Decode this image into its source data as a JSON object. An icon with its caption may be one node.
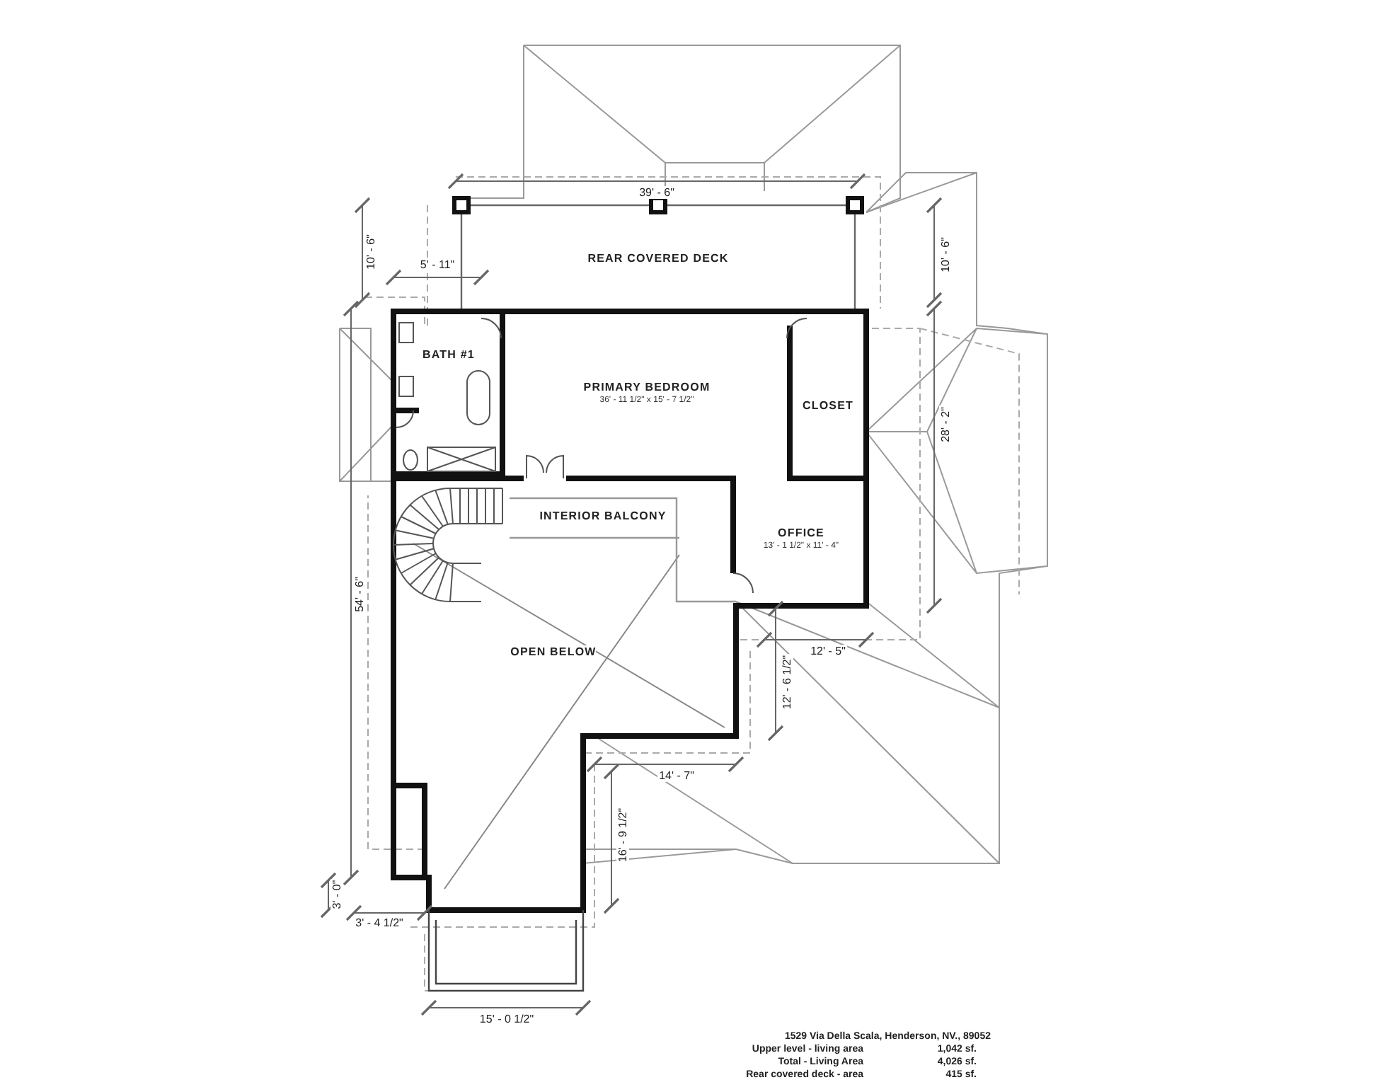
{
  "diagram": {
    "nodes": [
      {
        "text": [
          "REAR COVERED DECK"
        ]
      },
      {
        "text": [
          "BATH #1"
        ]
      },
      {
        "text": [
          "PRIMARY BEDROOM",
          "36' - 11 1/2\" x 15' - 7 1/2\""
        ]
      },
      {
        "text": [
          "CLOSET"
        ]
      },
      {
        "text": [
          "INTERIOR BALCONY"
        ]
      },
      {
        "text": [
          "OFFICE",
          "13' - 1 1/2\" x 11' - 4\""
        ]
      },
      {
        "text": [
          "OPEN BELOW"
        ]
      }
    ],
    "edges": [],
    "labels": [
      "39' - 6\"",
      "10' - 6\"",
      "5' - 11\"",
      "10' - 6\"",
      "28' - 2\"",
      "54' - 6\"",
      "12' - 5\"",
      "12' - 6 1/2\"",
      "14' - 7\"",
      "16' - 9 1/2\"",
      "3' - 0\"",
      "3' - 4 1/2\"",
      "15' - 0 1/2\"",
      "1529 Via Della Scala, Henderson, NV., 89052",
      "Upper level - living area",
      "1,042 sf.",
      "Total - Living Area",
      "4,026 sf.",
      "Rear covered deck - area",
      "415 sf."
    ]
  }
}
